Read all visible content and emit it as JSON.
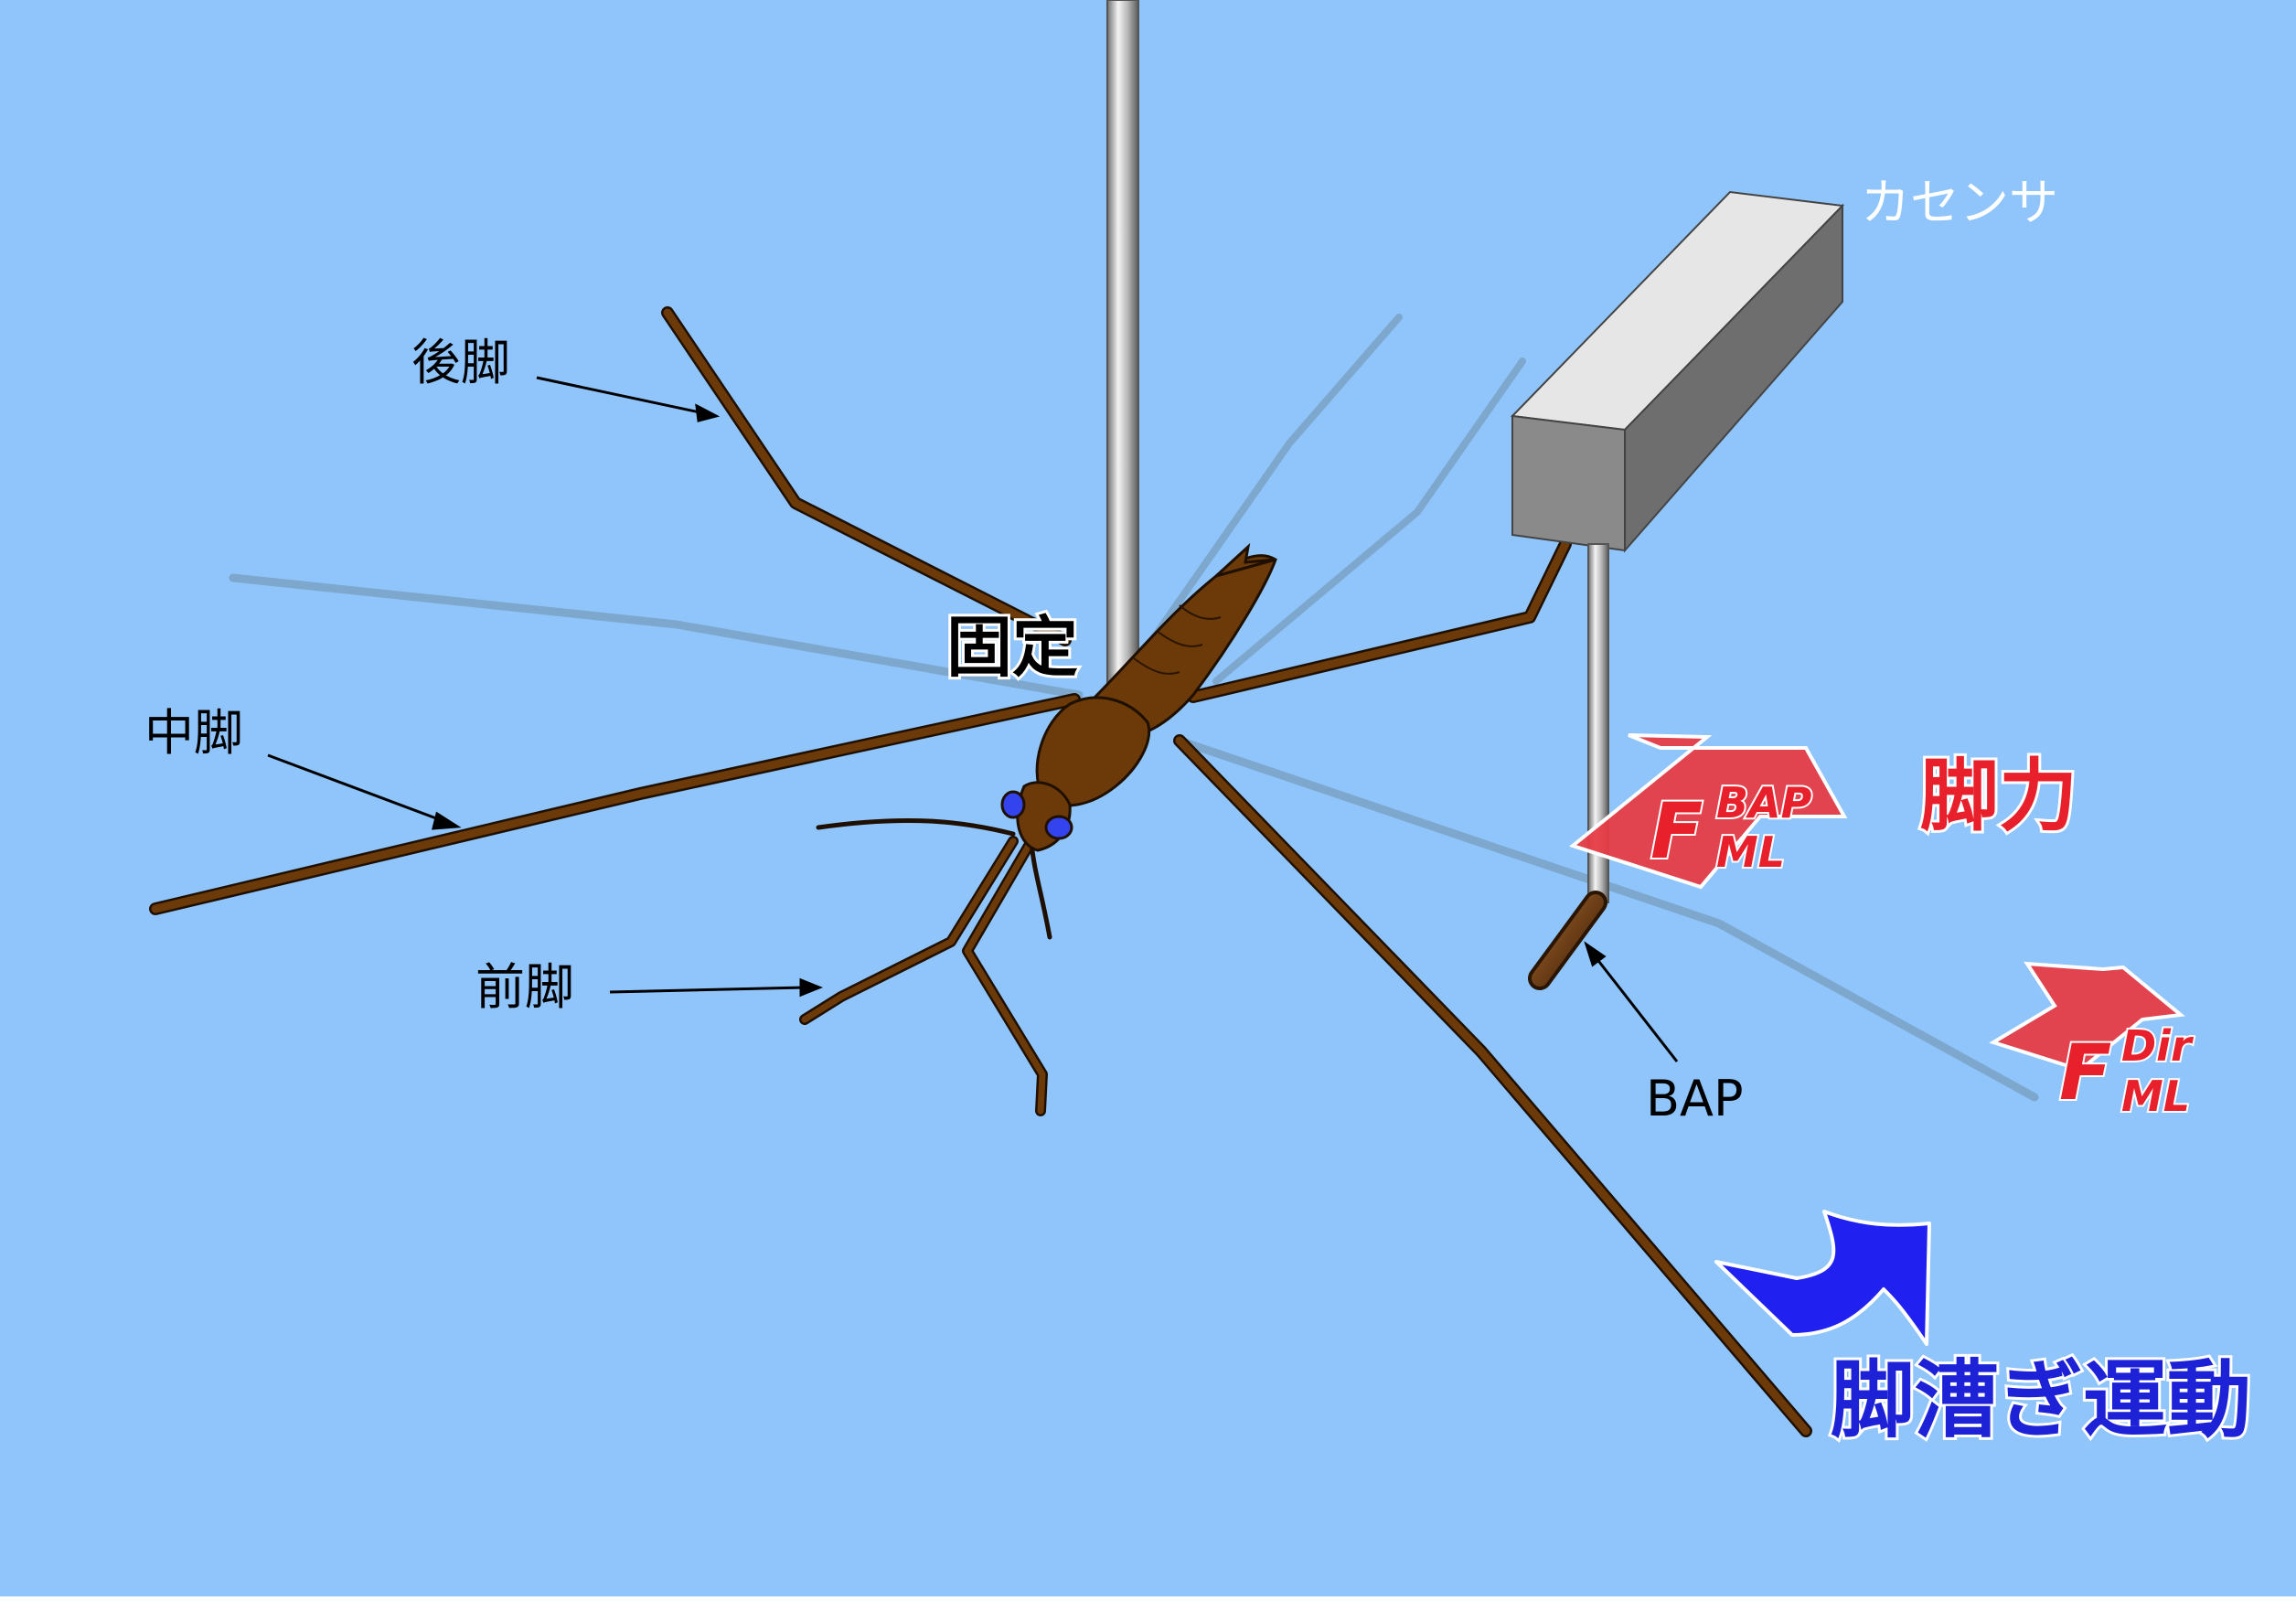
{
  "colors": {
    "background": "#8fc5fb",
    "leg": "#6b3a08",
    "leg_outline": "#1e0f00",
    "shadow": "#6f8ea8",
    "eye": "#3344ee",
    "force_arrow": "#e63c46",
    "force_text": "#e8202c",
    "stroke_arrow": "#2020f0",
    "stroke_text": "#1d22d6",
    "sensor_front": "#8a8a8a",
    "sensor_top": "#e6e6e6",
    "sensor_side": "#6e6e6e",
    "label_text": "#000000",
    "sensor_label_text": "#ffffff"
  },
  "labels": {
    "hind_leg": "後脚",
    "middle_leg": "中脚",
    "front_leg": "前脚",
    "fixed": "固定",
    "force_sensor": "カセンサ",
    "bap": "BAP",
    "leg_force": "脚力",
    "rowing_motion": "脚漕ぎ運動"
  },
  "force_bap": {
    "symbol": "F",
    "superscript": "BAP",
    "subscript": "ML"
  },
  "force_dir": {
    "symbol": "F",
    "superscript": "Dir",
    "subscript": "ML"
  },
  "icons": {
    "insect": "water-strider-icon",
    "rod": "fixing-rod-icon",
    "sensor": "force-sensor-icon",
    "bap_probe": "bap-probe-icon",
    "force_arrow": "up-arrow-icon",
    "stroke_arrow": "curved-arrow-icon"
  }
}
